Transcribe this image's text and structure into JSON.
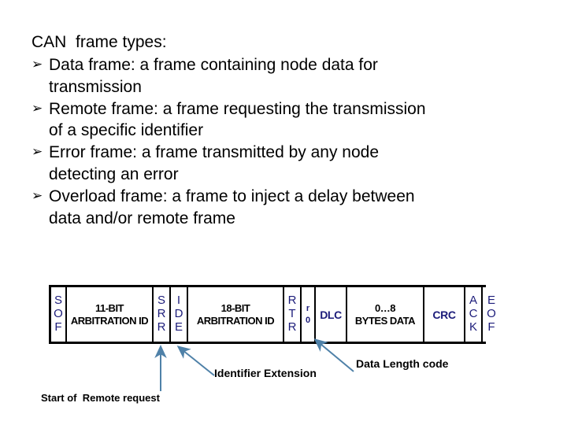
{
  "slide": {
    "heading": "CAN  frame types:",
    "bullet_glyph": "➢",
    "bullets": [
      {
        "line1": "Data frame: a frame containing node data for",
        "line2": "transmission"
      },
      {
        "line1": "Remote frame: a frame requesting the transmission",
        "line2": "of a specific identifier"
      },
      {
        "line1": "Error frame: a frame transmitted by any node",
        "line2": "detecting an error"
      },
      {
        "line1": "Overload frame: a frame to inject a delay between",
        "line2": "data and/or remote frame"
      }
    ]
  },
  "frame_diagram": {
    "cells": [
      {
        "id": "sof",
        "type": "vstack",
        "letters": [
          "S",
          "O",
          "F"
        ],
        "width": 20
      },
      {
        "id": "arb11",
        "type": "two",
        "line1": "11-BIT",
        "line2": "ARBITRATION ID",
        "width": 110
      },
      {
        "id": "srr",
        "type": "vstack",
        "letters": [
          "S",
          "R",
          "R"
        ],
        "width": 22
      },
      {
        "id": "ide",
        "type": "vstack",
        "letters": [
          "I",
          "D",
          "E"
        ],
        "width": 22
      },
      {
        "id": "arb18",
        "type": "two",
        "line1": "18-BIT",
        "line2": "ARBITRATION ID",
        "width": 122
      },
      {
        "id": "rtr",
        "type": "vstack",
        "letters": [
          "R",
          "T",
          "R"
        ],
        "width": 22
      },
      {
        "id": "r0",
        "type": "vstack-small",
        "letters": [
          "r",
          "0"
        ],
        "width": 18
      },
      {
        "id": "dlc",
        "type": "hlabel",
        "label": "DLC",
        "width": 40
      },
      {
        "id": "bytes-data",
        "type": "two",
        "line1": "0…8",
        "line2": "BYTES DATA",
        "width": 98
      },
      {
        "id": "crc",
        "type": "hlabel",
        "label": "CRC",
        "width": 52
      },
      {
        "id": "ack",
        "type": "vstack",
        "letters": [
          "A",
          "C",
          "K"
        ],
        "width": 22
      },
      {
        "id": "eof",
        "type": "vstack",
        "letters": [
          "E",
          "O",
          "F"
        ],
        "width": 22
      }
    ]
  },
  "callouts": {
    "start_of_remote_request": "Start of  Remote request",
    "identifier_extension": "Identifier Extension",
    "data_length_code": "Data Length code"
  },
  "colors": {
    "frame_border": "#000000",
    "cell_text_blue": "#1c1c7a",
    "cell_text_black": "#000000",
    "arrow": "#4f81a8",
    "background": "#ffffff"
  }
}
